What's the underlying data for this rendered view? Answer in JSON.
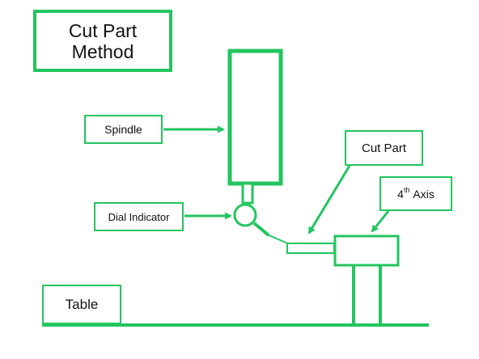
{
  "title": {
    "line1": "Cut Part",
    "line2": "Method"
  },
  "labels": {
    "spindle": "Spindle",
    "dial_indicator": "Dial Indicator",
    "cut_part": "Cut Part",
    "axis_number": "4",
    "axis_superscript": "th",
    "axis_word": "Axis",
    "table": "Table"
  },
  "colors": {
    "accent": "#22c55e",
    "text": "#111111",
    "background": "#ffffff"
  }
}
